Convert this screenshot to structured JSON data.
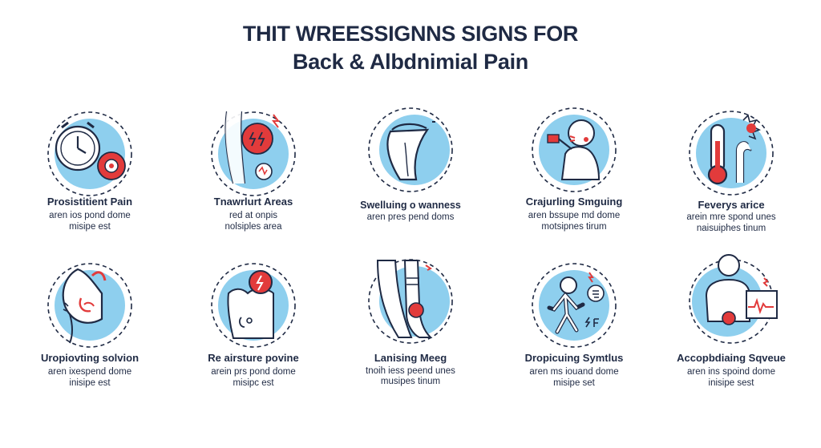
{
  "title": {
    "line1": "THIT WREESSIGNNS SIGNS FOR",
    "line2": "Back & Albdnimial Pain"
  },
  "colors": {
    "navy": "#1f2a44",
    "sky": "#8ecfee",
    "red": "#e23b3b",
    "white": "#ffffff"
  },
  "signs": [
    {
      "label": "Prosistitient Pain",
      "sub1": "aren ios pond dome",
      "sub2": "misipe est",
      "icon": "clock-gear-icon"
    },
    {
      "label": "Tnawrlurt Areas",
      "sub1": "red at onpis",
      "sub2": "nolsiples area",
      "icon": "legs-pain-icon"
    },
    {
      "label": "Swelluing o wanness",
      "sub1": "aren pres pend doms",
      "sub2": "",
      "icon": "swelling-torso-icon"
    },
    {
      "label": "Crajurling Smguing",
      "sub1": "aren bssupe md dome",
      "sub2": "motsipnes tirum",
      "icon": "coughing-person-icon"
    },
    {
      "label": "Feverys arice",
      "sub1": "arein mre spond unes",
      "sub2": "naisuiphes tinum",
      "icon": "thermometer-icon"
    },
    {
      "label": "Uropiovting solvion",
      "sub1": "aren ixespend dome",
      "sub2": "inisipe est",
      "icon": "kidney-icon"
    },
    {
      "label": "Re airsture povine",
      "sub1": "arein prs pond dome",
      "sub2": "misipc est",
      "icon": "abdomen-pain-icon"
    },
    {
      "label": "Lanising Meeg",
      "sub1": "tnoih iess peend unes",
      "sub2": "musipes tinum",
      "icon": "leg-pain-icon"
    },
    {
      "label": "Dropicuing Symtlus",
      "sub1": "aren ms iouand dome",
      "sub2": "misipe set",
      "icon": "walking-person-icon"
    },
    {
      "label": "Accopbdiaing Sqveue",
      "sub1": "aren ins spoind dome",
      "sub2": "inisipe sest",
      "icon": "heart-monitor-icon"
    }
  ]
}
